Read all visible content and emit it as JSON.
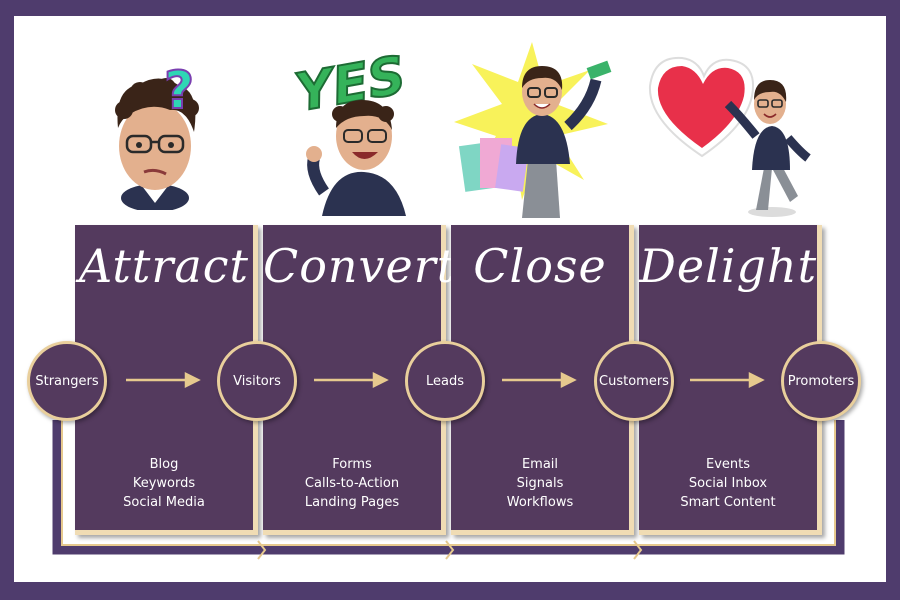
{
  "stages": [
    {
      "title": "Attract",
      "tools": [
        "Blog",
        "Keywords",
        "Social Media"
      ]
    },
    {
      "title": "Convert",
      "tools": [
        "Forms",
        "Calls-to-Action",
        "Landing Pages"
      ]
    },
    {
      "title": "Close",
      "tools": [
        "Email",
        "Signals",
        "Workflows"
      ]
    },
    {
      "title": "Delight",
      "tools": [
        "Events",
        "Social Inbox",
        "Smart Content"
      ]
    }
  ],
  "nodes": [
    "Strangers",
    "Visitors",
    "Leads",
    "Customers",
    "Promoters"
  ],
  "sticker_text": "YES!",
  "colors": {
    "frame": "#4f3c6d",
    "panel": "#543a5e",
    "gold": "#e9cf9c",
    "arrow": "#e6c98e",
    "heart": "#e8304a",
    "yes_green": "#35b35a"
  },
  "icons": [
    "question-mark-icon",
    "shopping-bags-icon",
    "money-icon",
    "heart-icon"
  ]
}
